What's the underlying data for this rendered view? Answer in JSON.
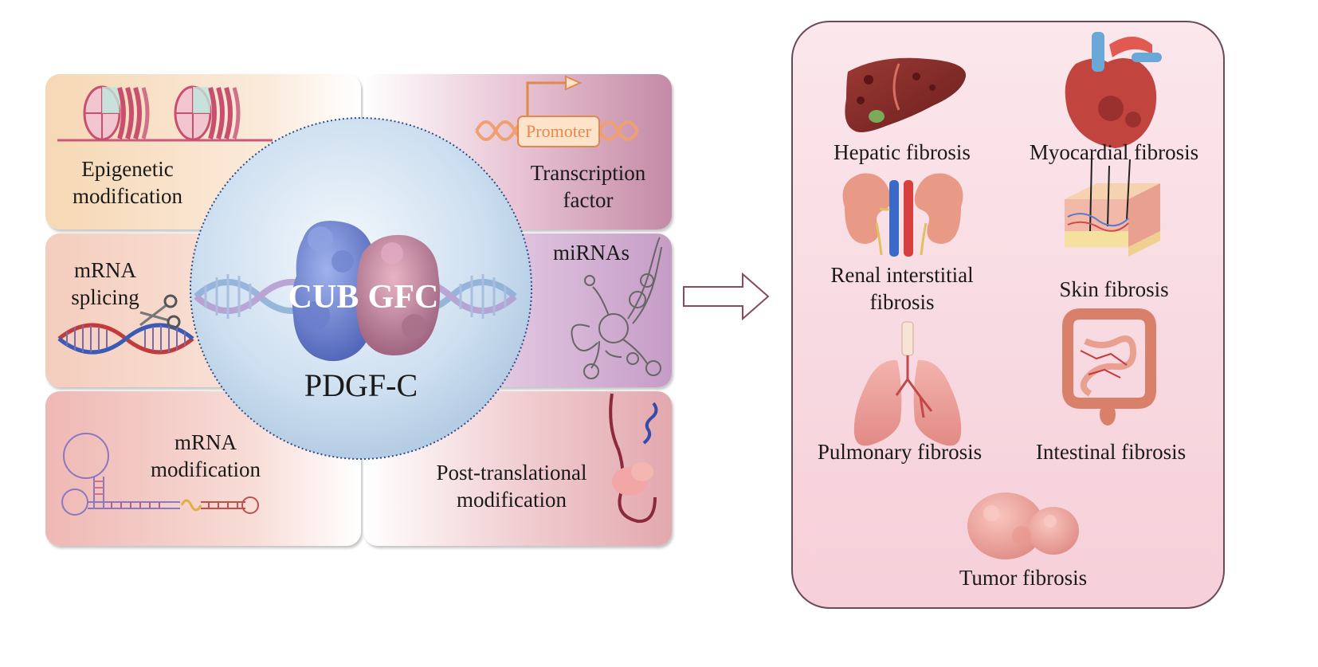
{
  "left": {
    "epigenetic": "Epigenetic\nmodification",
    "transcription": "Transcription\nfactor",
    "promoter": "Promoter",
    "splicing": "mRNA\nsplicing",
    "mirnas": "miRNAs",
    "mrna_mod": "mRNA\nmodification",
    "post_trans": "Post-translational\nmodification"
  },
  "center": {
    "domain_cub": "CUB",
    "domain_gfc": "GFC",
    "protein": "PDGF-C"
  },
  "right": {
    "diseases": [
      "Hepatic fibrosis",
      "Myocardial fibrosis",
      "Renal interstitial\nfibrosis",
      "Skin fibrosis",
      "Pulmonary fibrosis",
      "Intestinal fibrosis",
      "Tumor fibrosis"
    ]
  },
  "colors": {
    "epigenetic_panel": "#f6dcb8",
    "transcription_panel": "#c98aa8",
    "splicing_panel": "#f5d2c0",
    "mirna_panel": "#c9a0c8",
    "mrna_mod_panel": "#f1c4c0",
    "post_trans_panel": "#e9b4b8",
    "circle": "#c7d9ec",
    "disease_box": "#f8d8e0",
    "disease_border": "#6a4a5a"
  }
}
